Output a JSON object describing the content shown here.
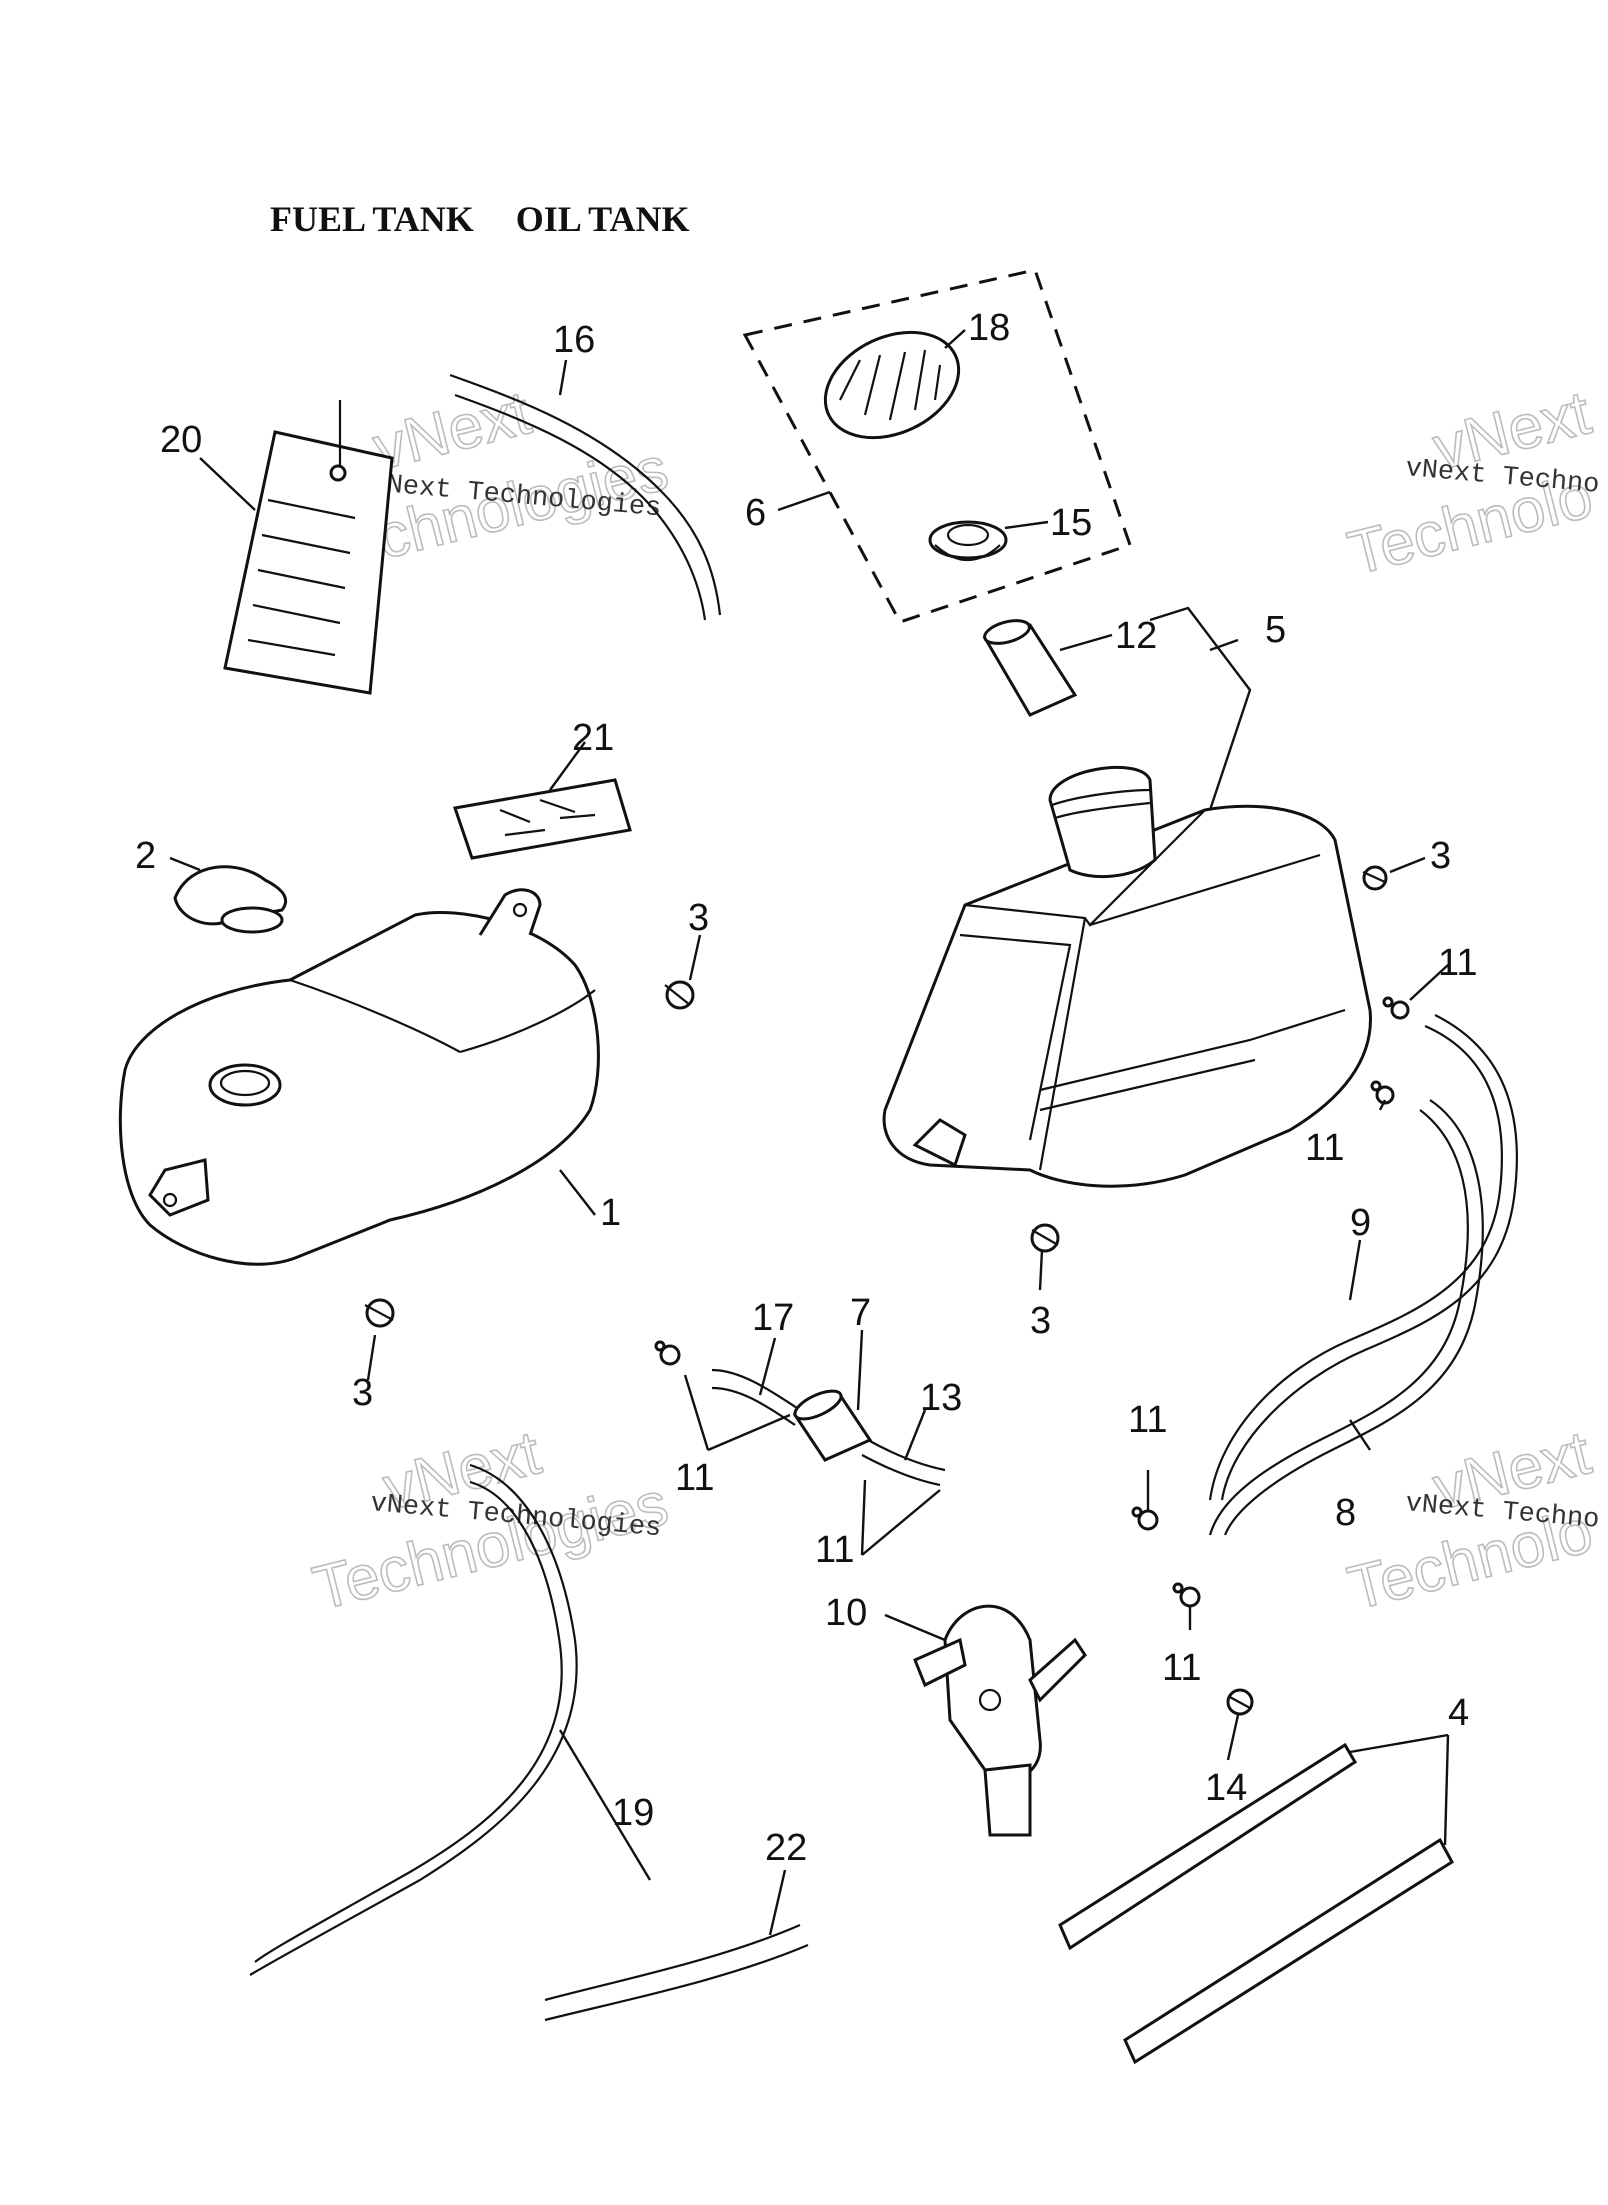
{
  "title": {
    "fuel_tank": "FUEL TANK",
    "oil_tank": "OIL TANK"
  },
  "watermark": {
    "line1": "vNext",
    "line2": "Technologies",
    "caption": "vNext Technologies",
    "caption_cut": "vNext Techno",
    "line2_cut": "Technolo"
  },
  "callouts": {
    "c1": "1",
    "c2": "2",
    "c3a": "3",
    "c3b": "3",
    "c3c": "3",
    "c3d": "3",
    "c4": "4",
    "c5": "5",
    "c6": "6",
    "c7": "7",
    "c8": "8",
    "c9": "9",
    "c10": "10",
    "c11a": "11",
    "c11b": "11",
    "c11c": "11",
    "c11d": "11",
    "c11e": "11",
    "c11f": "11",
    "c12": "12",
    "c13": "13",
    "c14": "14",
    "c15": "15",
    "c16": "16",
    "c17": "17",
    "c18": "18",
    "c19": "19",
    "c20": "20",
    "c21": "21",
    "c22": "22"
  }
}
